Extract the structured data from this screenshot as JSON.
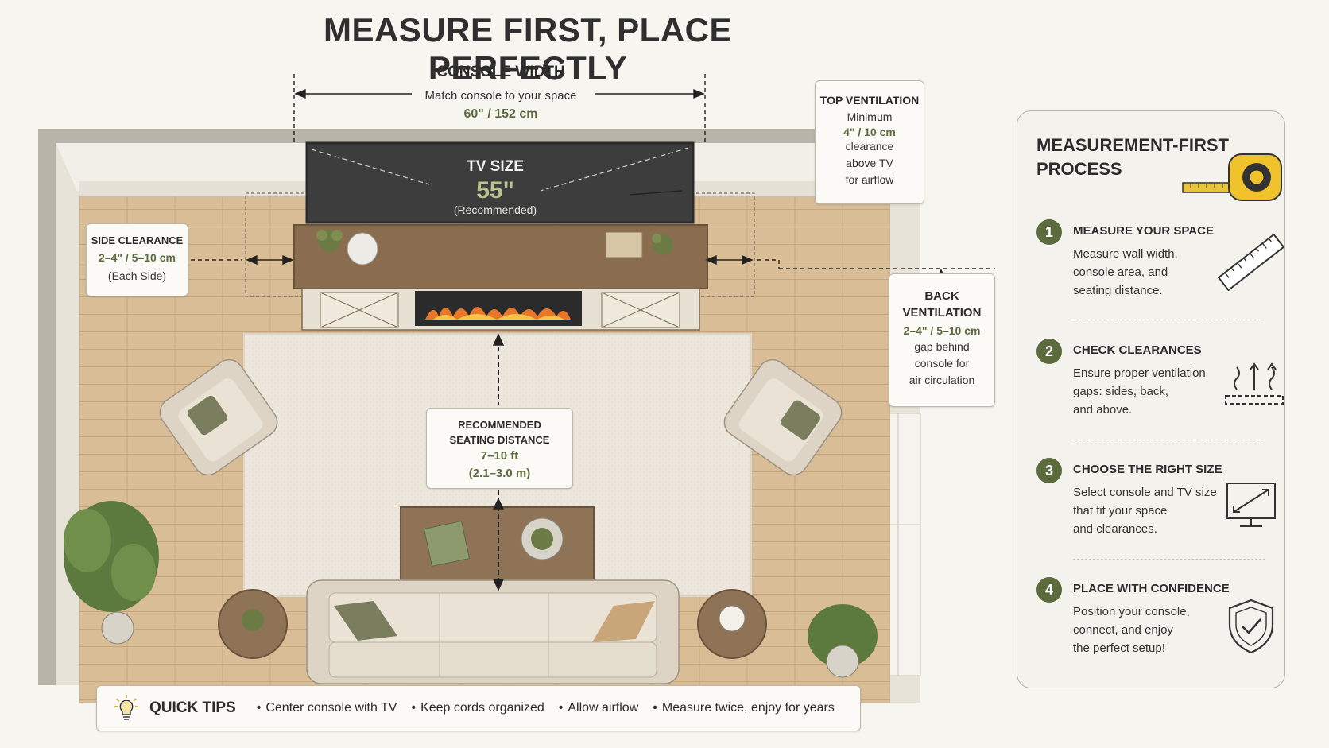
{
  "title": "MEASURE FIRST, PLACE PERFECTLY",
  "console_width": {
    "heading": "CONSOLE WIDTH",
    "subtitle": "Match console to your space",
    "value": "60\" / 152 cm"
  },
  "tv": {
    "heading": "TV SIZE",
    "value": "55\"",
    "note": "(Recommended)"
  },
  "top_ventilation": {
    "heading": "TOP VENTILATION",
    "line1": "Minimum",
    "value": "4\" / 10 cm",
    "line2": "clearance",
    "line3": "above TV",
    "line4": "for airflow"
  },
  "side_clearance": {
    "heading": "SIDE CLEARANCE",
    "value": "2–4\" / 5–10 cm",
    "note": "(Each Side)"
  },
  "back_ventilation": {
    "heading_line1": "BACK",
    "heading_line2": "VENTILATION",
    "value": "2–4\" / 5–10 cm",
    "line1": "gap behind",
    "line2": "console for",
    "line3": "air circulation"
  },
  "seating_distance": {
    "heading_line1": "RECOMMENDED",
    "heading_line2": "SEATING DISTANCE",
    "value1": "7–10 ft",
    "value2": "(2.1–3.0 m)"
  },
  "quick_tips": {
    "label": "QUICK TIPS",
    "icon": "lightbulb-icon",
    "items": [
      "Center console with TV",
      "Keep cords organized",
      "Allow airflow",
      "Measure twice, enjoy for years"
    ]
  },
  "process": {
    "heading_line1": "MEASUREMENT-FIRST",
    "heading_line2": "PROCESS",
    "icon": "tape-measure-icon",
    "steps": [
      {
        "num": "1",
        "title": "MEASURE YOUR SPACE",
        "l1": "Measure wall width,",
        "l2": "console area, and",
        "l3": "seating distance.",
        "icon": "ruler-icon"
      },
      {
        "num": "2",
        "title": "CHECK CLEARANCES",
        "l1": "Ensure proper ventilation",
        "l2": "gaps: sides, back,",
        "l3": "and above.",
        "icon": "airflow-icon"
      },
      {
        "num": "3",
        "title": "CHOOSE THE RIGHT SIZE",
        "l1": "Select console and TV size",
        "l2": "that fit your space",
        "l3": "and clearances.",
        "icon": "monitor-icon"
      },
      {
        "num": "4",
        "title": "PLACE WITH CONFIDENCE",
        "l1": "Position your console,",
        "l2": "connect, and enjoy",
        "l3": "the perfect setup!",
        "icon": "shield-check-icon"
      }
    ]
  },
  "colors": {
    "accent_green": "#5c6b3d",
    "floor": "#d9bf9a",
    "rug": "#ece6dc",
    "wood": "#8a6d4f",
    "tv": "#3d3d3d"
  }
}
